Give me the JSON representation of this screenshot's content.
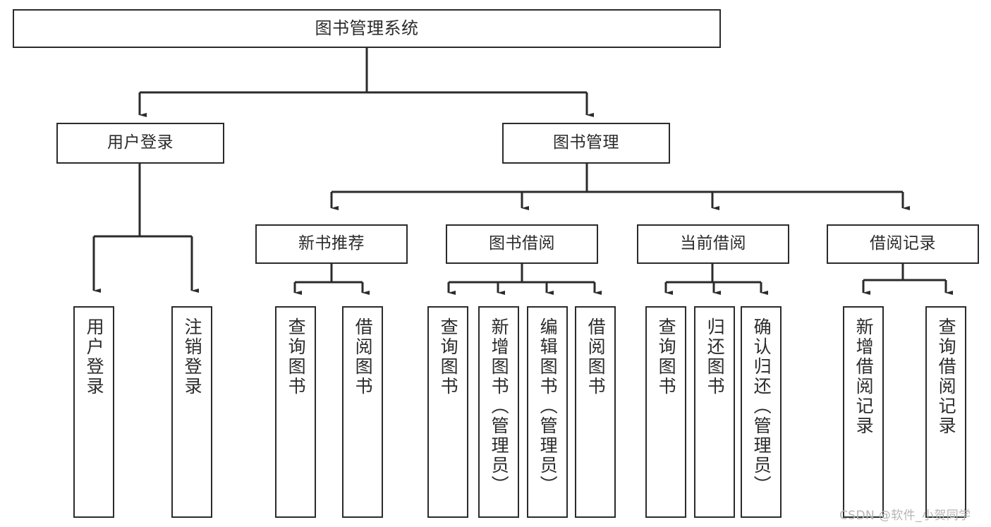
{
  "diagram": {
    "title": "图书管理系统",
    "type": "hierarchy-tree",
    "colors": {
      "box_border": "#2b2b2b",
      "box_fill": "#ffffff",
      "text": "#2b2b2b",
      "connector": "#2b2b2b",
      "watermark": "#b5b5b5"
    },
    "levels": {
      "root": {
        "label": "图书管理系统"
      },
      "level1": [
        {
          "label": "用户登录"
        },
        {
          "label": "图书管理"
        }
      ],
      "level2": [
        {
          "label": "新书推荐"
        },
        {
          "label": "图书借阅"
        },
        {
          "label": "当前借阅"
        },
        {
          "label": "借阅记录"
        }
      ],
      "leaves": {
        "user_login": [
          {
            "label": "用户登录"
          },
          {
            "label": "注销登录"
          }
        ],
        "new_book_recommend": [
          {
            "label": "查询图书"
          },
          {
            "label": "借阅图书"
          }
        ],
        "book_borrow": [
          {
            "label": "查询图书"
          },
          {
            "label": "新增图书（管理员）"
          },
          {
            "label": "编辑图书（管理员）"
          },
          {
            "label": "借阅图书"
          }
        ],
        "current_borrow": [
          {
            "label": "查询图书"
          },
          {
            "label": "归还图书"
          },
          {
            "label": "确认归还（管理员）"
          }
        ],
        "borrow_record": [
          {
            "label": "新增借阅记录"
          },
          {
            "label": "查询借阅记录"
          }
        ]
      }
    },
    "watermark": "CSDN @软件_小贺同学"
  }
}
